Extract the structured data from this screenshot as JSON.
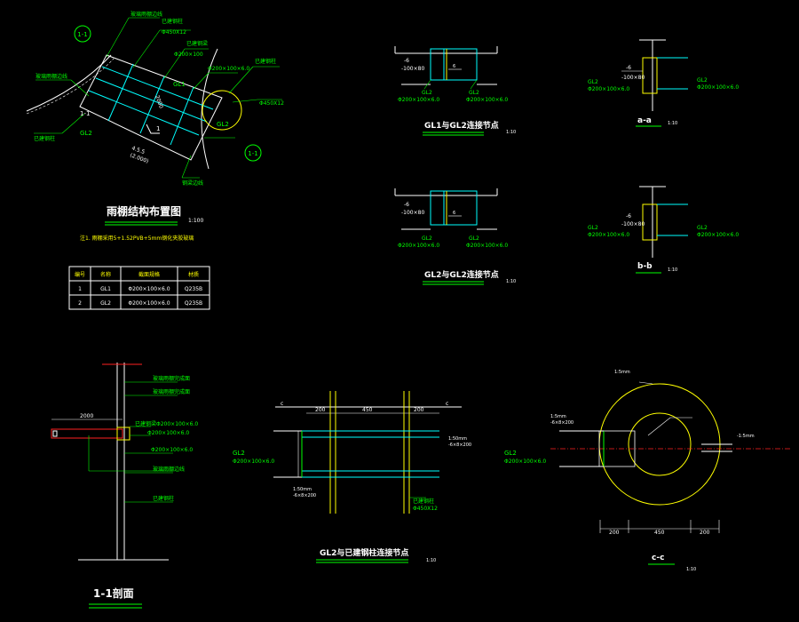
{
  "colors": {
    "background": "#000000",
    "white": "#ffffff",
    "yellow": "#ffff00",
    "green": "#00ff00",
    "cyan": "#00ffff",
    "red": "#ff2020",
    "magenta": "#ff00ff"
  },
  "plan": {
    "grid_top": "1-1",
    "grid_bottom": "1-1",
    "section_mark": "1",
    "labels": {
      "l1": "玻璃雨棚边线",
      "l2": "已建钢柱",
      "l3": "Φ450X12",
      "l4": "已建钢梁",
      "l5": "Φ200×100",
      "l6": "Φ200×100×6.0",
      "l7": "已建钢柱",
      "l8": "Φ450X12",
      "l9": "GL2",
      "l10": "GL1",
      "l11": "1-1",
      "l12": "玻璃雨棚边线",
      "l13": "已建钢柱",
      "l14": "GL2",
      "l15": "钢梁边线"
    },
    "dim_2000": "2000",
    "dim_bottom": "4.5.5",
    "dim_bottom2": "(2.000)",
    "title": "雨棚结构布置图",
    "scale": "1:100",
    "note": "注1. 雨棚采用5+1.52PVB+5mm钢化夹胶玻璃"
  },
  "member_table": {
    "headers": [
      "编号",
      "名称",
      "截面规格",
      "材质"
    ],
    "rows": [
      [
        "1",
        "GL1",
        "Φ200×100×6.0",
        "Q235B"
      ],
      [
        "2",
        "GL2",
        "Φ200×100×6.0",
        "Q235B"
      ]
    ]
  },
  "detail_gl1": {
    "label_l": "-6",
    "label_l2": "-100×80",
    "gl2_left": "GL2",
    "gl2_left_sec": "Φ200×100×6.0",
    "gl2_right": "GL2",
    "gl2_right_sec": "Φ200×100×6.0",
    "weld": "6",
    "title": "GL1与GL2连接节点",
    "scale": "1:10"
  },
  "detail_gl2": {
    "label_l": "-6",
    "label_l2": "-100×80",
    "gl2_left": "GL2",
    "gl2_left_sec": "Φ200×100×6.0",
    "gl2_right": "GL2",
    "gl2_right_sec": "Φ200×100×6.0",
    "weld": "6",
    "title": "GL2与GL2连接节点",
    "scale": "1:10"
  },
  "sec_aa": {
    "minus6": "-6",
    "plate": "-100×80",
    "gl2": "GL2",
    "gl2_sec": "Φ200×100×6.0",
    "gl2_r": "GL2",
    "gl2_r_sec": "Φ200×100×6.0",
    "title": "a-a",
    "scale": "1:10"
  },
  "sec_bb": {
    "minus6": "-6",
    "plate": "-100×80",
    "gl2": "GL2",
    "gl2_sec": "Φ200×100×6.0",
    "gl2_r": "GL2",
    "gl2_r_sec": "Φ200×100×6.0",
    "title": "b-b",
    "scale": "1:10"
  },
  "section11": {
    "dim": "2000",
    "labels": {
      "a": "玻璃雨棚完成面",
      "b": "玻璃雨棚完成面",
      "c": "已建钢梁Φ200×100×6.0",
      "d": "Φ200×100×6.0",
      "e": "Φ200×100×6.0",
      "f": "玻璃雨棚边线",
      "g": "已建钢柱"
    },
    "title": "1-1剖面"
  },
  "column_detail": {
    "dim_left": "200",
    "dim_mid": "450",
    "dim_right": "200",
    "gl2": "GL2",
    "gl2_sec": "Φ200×100×6.0",
    "n1": "1:50mm",
    "n2": "-6×8×200",
    "n3": "1:50mm",
    "n4": "-6×8×200",
    "n5": "已建钢柱",
    "n6": "Φ450X12",
    "mark_l": "c",
    "mark_r": "c",
    "title": "GL2与已建钢柱连接节点",
    "scale": "1:10"
  },
  "sec_cc": {
    "dim_left": "200",
    "dim_mid": "450",
    "dim_right": "200",
    "gl2": "GL2",
    "gl2_sec": "Φ200×100×6.0",
    "n1": "1:5mm",
    "n2": "-6×8×200",
    "n3": "-1:5mm",
    "top_note": "1:5mm",
    "title": "c-c",
    "scale": "1:10"
  }
}
